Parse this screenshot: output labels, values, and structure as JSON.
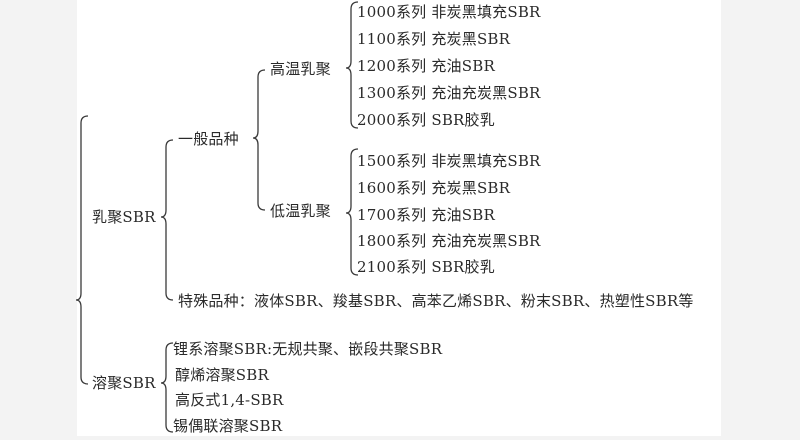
{
  "diagram": {
    "type": "tree-brace-classification",
    "root": {
      "emulsion": {
        "label": "乳聚SBR",
        "general": {
          "label": "一般品种",
          "high_temp": {
            "label": "高温乳聚",
            "items": [
              "1000系列 非炭黑填充SBR",
              "1100系列 充炭黑SBR",
              "1200系列 充油SBR",
              "1300系列 充油充炭黑SBR",
              "2000系列 SBR胶乳"
            ]
          },
          "low_temp": {
            "label": "低温乳聚",
            "items": [
              "1500系列 非炭黑填充SBR",
              "1600系列 充炭黑SBR",
              "1700系列 充油SBR",
              "1800系列 充油充炭黑SBR",
              "2100系列 SBR胶乳"
            ]
          }
        },
        "special": "特殊品种：液体SBR、羧基SBR、高苯乙烯SBR、粉末SBR、热塑性SBR等"
      },
      "solution": {
        "label": "溶聚SBR",
        "items": [
          "锂系溶聚SBR:无规共聚、嵌段共聚SBR",
          "醇烯溶聚SBR",
          "高反式1,4-SBR",
          "锡偶联溶聚SBR"
        ]
      }
    }
  }
}
